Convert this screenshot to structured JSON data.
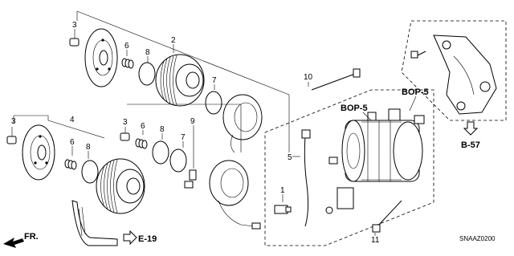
{
  "diagram": {
    "callouts": {
      "c1": "1",
      "c2": "2",
      "c3a": "3",
      "c3b": "3",
      "c3c": "3",
      "c4": "4",
      "c5": "5",
      "c6a": "6",
      "c6b": "6",
      "c6c": "6",
      "c7a": "7",
      "c7b": "7",
      "c8a": "8",
      "c8b": "8",
      "c8c": "8",
      "c9": "9",
      "c10": "10",
      "c11": "11"
    },
    "refs": {
      "bop1": "BOP-5",
      "bop2": "BOP-5",
      "b57": "B-57",
      "e19": "E-19",
      "fr": "FR."
    },
    "code": "SNAAZ0200"
  }
}
